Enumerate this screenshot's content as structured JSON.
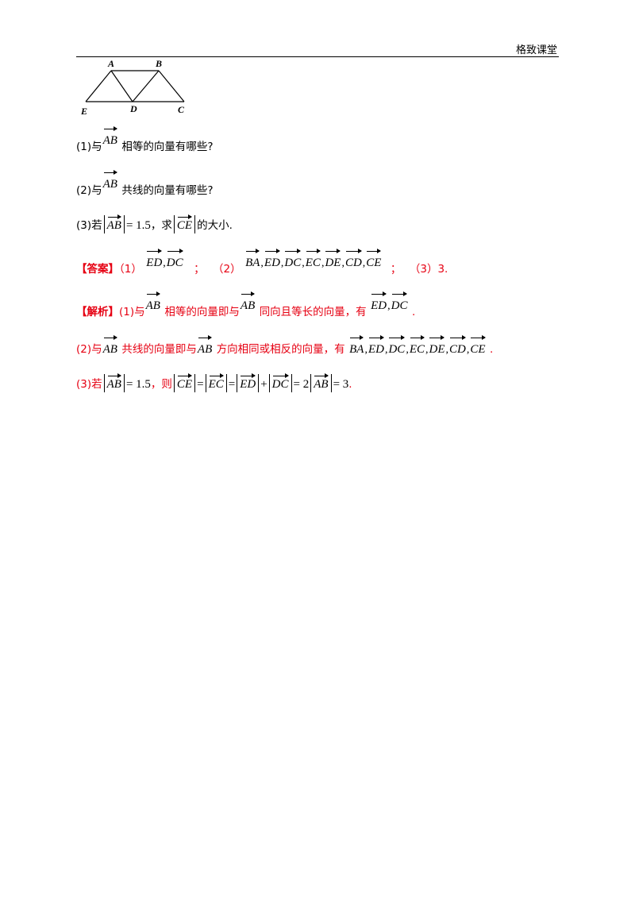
{
  "header": {
    "label": "格致课堂"
  },
  "figure": {
    "points": {
      "A": "A",
      "B": "B",
      "C": "C",
      "D": "D",
      "E": "E"
    }
  },
  "questions": {
    "q1": {
      "prefix": "(1)与",
      "vector": "AB",
      "suffix": "相等的向量有哪些?"
    },
    "q2": {
      "prefix": "(2)与",
      "vector": "AB",
      "suffix": "共线的向量有哪些?"
    },
    "q3": {
      "prefix": "(3)若",
      "abs_vector": "AB",
      "eq": "= 1.5",
      "mid": "，求",
      "abs_vector2": "CE",
      "suffix": "的大小."
    }
  },
  "answer": {
    "tag": "【答案】",
    "p1": "（1）",
    "p1_vectors": [
      "ED",
      "DC"
    ],
    "semi1": "；",
    "p2": "（2）",
    "p2_vectors": [
      "BA",
      "ED",
      "DC",
      "EC",
      "DE",
      "CD",
      "CE"
    ],
    "semi2": "；",
    "p3": "（3）3",
    "end": "."
  },
  "analysis": {
    "tag": "【解析】",
    "l1": {
      "prefix": "(1)与",
      "v1": "AB",
      "mid": "相等的向量即与",
      "v2": "AB",
      "suffix": "同向且等长的向量，有",
      "vectors": [
        "ED",
        "DC"
      ],
      "end": "."
    },
    "l2": {
      "prefix": "(2)与",
      "v1": "AB",
      "mid": "共线的向量即与",
      "v2": "AB",
      "suffix": "方向相同或相反的向量，有",
      "vectors": [
        "BA",
        "ED",
        "DC",
        "EC",
        "DE",
        "CD",
        "CE"
      ],
      "end": "."
    },
    "l3": {
      "prefix": "(3)若",
      "v1": "AB",
      "eq1": "= 1.5",
      "mid": "，则",
      "v2": "CE",
      "eq2": "=",
      "v3": "EC",
      "eq3": "=",
      "v4": "ED",
      "plus": "+",
      "v5": "DC",
      "eq4": "= 2",
      "v6": "AB",
      "eq5": "= 3",
      "end": "."
    }
  }
}
